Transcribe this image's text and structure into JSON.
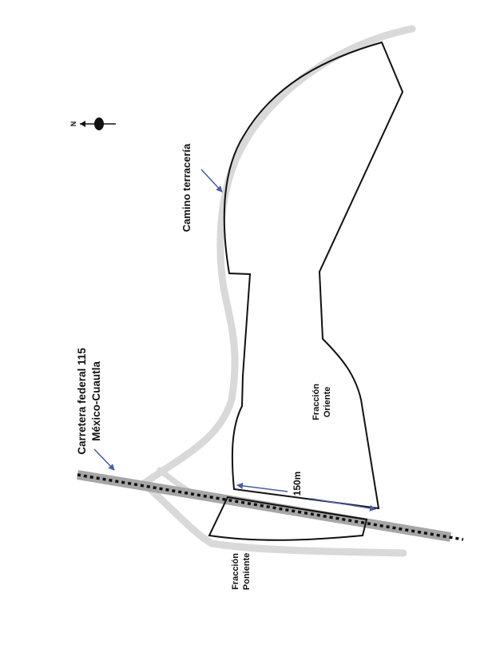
{
  "labels": {
    "dirt_road": "Camino terracería",
    "highway_line1": "Carretera federal 115",
    "highway_line2": "México-Cuautla",
    "east_fraction_line1": "Fracción",
    "east_fraction_line2": "Oriente",
    "west_fraction_line1": "Fracción",
    "west_fraction_line2": "Poniente",
    "distance": "150m",
    "north": "N"
  },
  "colors": {
    "road": "#d9d9d9",
    "highway": "#a6a6a6",
    "boundary": "#111111",
    "arrow": "#4a5ba8",
    "text": "#111111"
  }
}
